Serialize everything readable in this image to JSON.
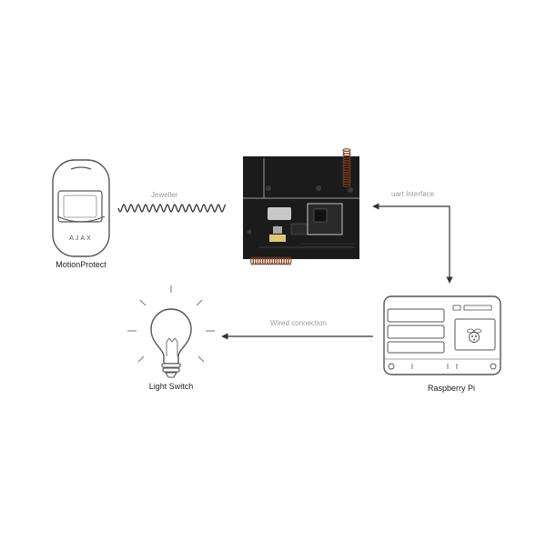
{
  "devices": {
    "motion_protect": {
      "label": "MotionProtect",
      "logo_text": "AJAX"
    },
    "light_switch": {
      "label": "Light Switch"
    },
    "raspberry_pi": {
      "label": "Raspberry Pi"
    },
    "bridge_board": {
      "label": ""
    }
  },
  "connections": {
    "jeweller": "Jeweller",
    "uart": "uart Interface",
    "wired": "Wired connection"
  },
  "colors": {
    "line": "#333333",
    "outline": "#444444",
    "board": "#1b1b1b",
    "antenna": "#7a3a1a",
    "muted_text": "#9a9a9a",
    "text": "#222222"
  },
  "icons": [
    "motion-sensor-icon",
    "light-bulb-icon",
    "raspberry-pi-icon",
    "raspberry-logo-icon",
    "circuit-board-icon"
  ]
}
